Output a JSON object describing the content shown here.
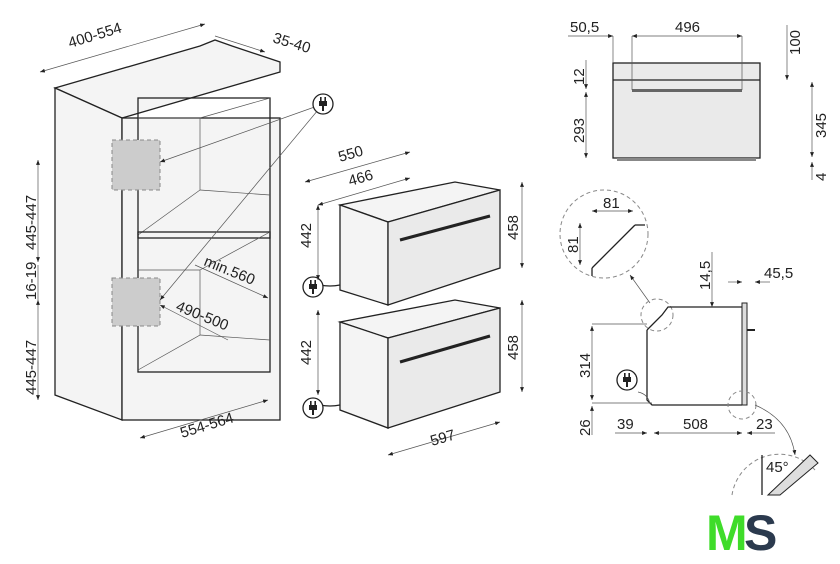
{
  "cabinet": {
    "depth": "400-554",
    "top_gap": "35-40",
    "upper_height": "445-447",
    "gap": "16-19",
    "lower_height": "445-447",
    "min_depth": "min.560",
    "inner_width": "490-500",
    "width": "554-564"
  },
  "ovens": {
    "depth_total": "550",
    "depth_body": "466",
    "upper_body_height": "442",
    "upper_front_height": "458",
    "lower_body_height": "442",
    "lower_front_height": "458",
    "front_width": "597"
  },
  "front_view": {
    "offset": "50,5",
    "handle_width": "496",
    "top_to_handle": "100",
    "panel": "12",
    "lower_height": "293",
    "front_height": "345",
    "bottom": "4"
  },
  "side_view": {
    "chamfer_w": "81",
    "chamfer_h": "81",
    "top_recess": "14,5",
    "handle_depth": "45,5",
    "body_height": "314",
    "foot": "26",
    "rear": "39",
    "depth": "508",
    "door": "23",
    "angle": "45°"
  },
  "logo": {
    "text": "MS",
    "m_color": "#3fdc2a",
    "s_color": "#2b3a4e"
  },
  "icons": [
    "plug-icon"
  ]
}
